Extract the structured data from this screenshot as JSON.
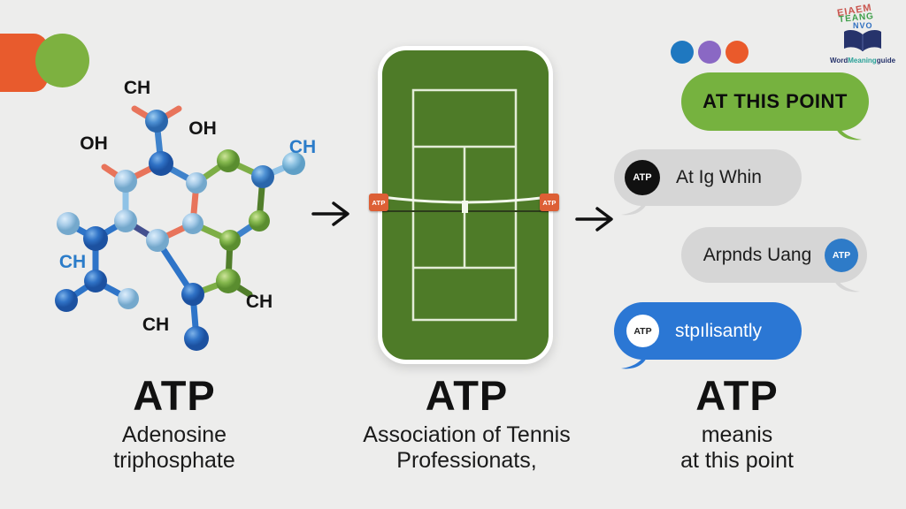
{
  "brand": {
    "arc_line1": "EIAEM",
    "arc_line2": "TEANG",
    "arc_line3": "NVO",
    "wordmark_part1": "Word",
    "wordmark_part2": "Meaning",
    "wordmark_part3": "guide"
  },
  "molecule": {
    "labels": {
      "ch_top": "CH",
      "oh_left": "OH",
      "oh_right": "OH",
      "ch_right": "CH",
      "ch_left": "CH",
      "ch_bottom": "CH",
      "ch_bottom_right": "CH"
    }
  },
  "court": {
    "left_post_label": "ATP",
    "right_post_label": "ATP"
  },
  "chat": {
    "bubbles": [
      {
        "text": "AT THIS POINT"
      },
      {
        "badge": "ATP",
        "text": "At Ig Whin"
      },
      {
        "text": "Arpnds Uang",
        "badge": "ATP"
      },
      {
        "badge": "ATP",
        "text": "stpılisantly"
      }
    ]
  },
  "captions": [
    {
      "title": "ATP",
      "line1": "Adenosine",
      "line2": "triphosphate"
    },
    {
      "title": "ATP",
      "line1": "Association of Tennis",
      "line2": "Professionats,"
    },
    {
      "title": "ATP",
      "line1": "meanis",
      "line2": "at this point"
    }
  ],
  "colors": {
    "background": "#ededec",
    "accent_orange": "#e85b2d",
    "accent_green": "#7db140",
    "bubble_green": "#76b23f",
    "bubble_gray": "#d6d6d6",
    "bubble_blue": "#2b77d4",
    "court_green": "#4e7b28",
    "dot_blue": "#1f78c0",
    "dot_purple": "#8a68c4",
    "dot_orange": "#ea5a2b"
  }
}
